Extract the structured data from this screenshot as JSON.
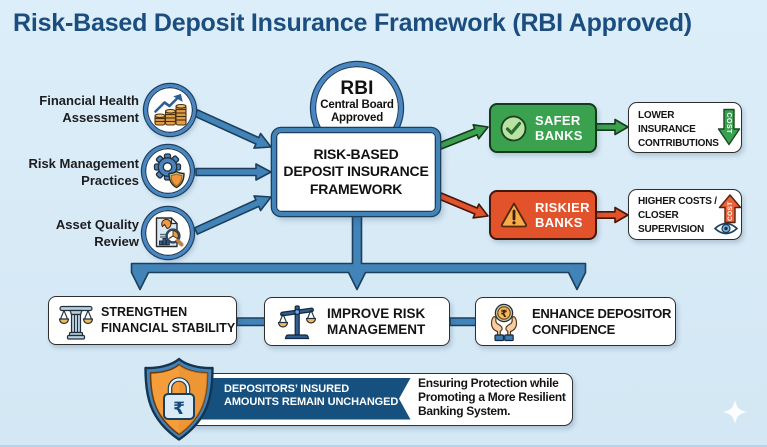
{
  "title": "Risk-Based Deposit Insurance Framework (RBI Approved)",
  "colors": {
    "background": "#d7eaf6",
    "title": "#1b4d7e",
    "arrow_blue": "#4283b8",
    "outline_navy": "#1c3f5e",
    "safer_green": "#3aa14f",
    "riskier_red": "#e2522b",
    "banner_blue": "#15507f"
  },
  "inputs": {
    "items": [
      {
        "line1": "Financial Health",
        "line2": "Assessment",
        "icon": "coins-growth-icon"
      },
      {
        "line1": "Risk Management",
        "line2": "Practices",
        "icon": "gear-shield-icon"
      },
      {
        "line1": "Asset Quality",
        "line2": "Review",
        "icon": "document-review-icon"
      }
    ]
  },
  "center": {
    "badge_line1": "RBI",
    "badge_line2": "Central Board",
    "badge_line3": "Approved",
    "box_line1": "RISK-BASED",
    "box_line2": "DEPOSIT INSURANCE",
    "box_line3": "FRAMEWORK"
  },
  "outcomes": {
    "safer_line1": "SAFER",
    "safer_line2": "BANKS",
    "safer_result_line1": "LOWER",
    "safer_result_line2": "INSURANCE",
    "safer_result_line3": "CONTRIBUTIONS",
    "safer_arrow_label": "COST",
    "riskier_line1": "RISKIER",
    "riskier_line2": "BANKS",
    "riskier_result_line1": "HIGHER COSTS /",
    "riskier_result_line2": "CLOSER",
    "riskier_result_line3": "SUPERVISION",
    "riskier_arrow_label": "COST"
  },
  "benefits": {
    "items": [
      {
        "line1": "STRENGTHEN",
        "line2": "FINANCIAL STABILITY",
        "icon": "pillar-scales-icon"
      },
      {
        "line1": "IMPROVE RISK",
        "line2": "MANAGEMENT",
        "icon": "balance-scale-icon"
      },
      {
        "line1": "ENHANCE DEPOSITOR",
        "line2": "CONFIDENCE",
        "icon": "hands-coin-icon"
      }
    ]
  },
  "footer": {
    "banner_line1": "DEPOSITORS’ INSURED",
    "banner_line2": "AMOUNTS REMAIN UNCHANGED",
    "note_line1": "Ensuring Protection while",
    "note_line2": "Promoting a More Resilient",
    "note_line3": "Banking System.",
    "currency_symbol": "₹"
  }
}
